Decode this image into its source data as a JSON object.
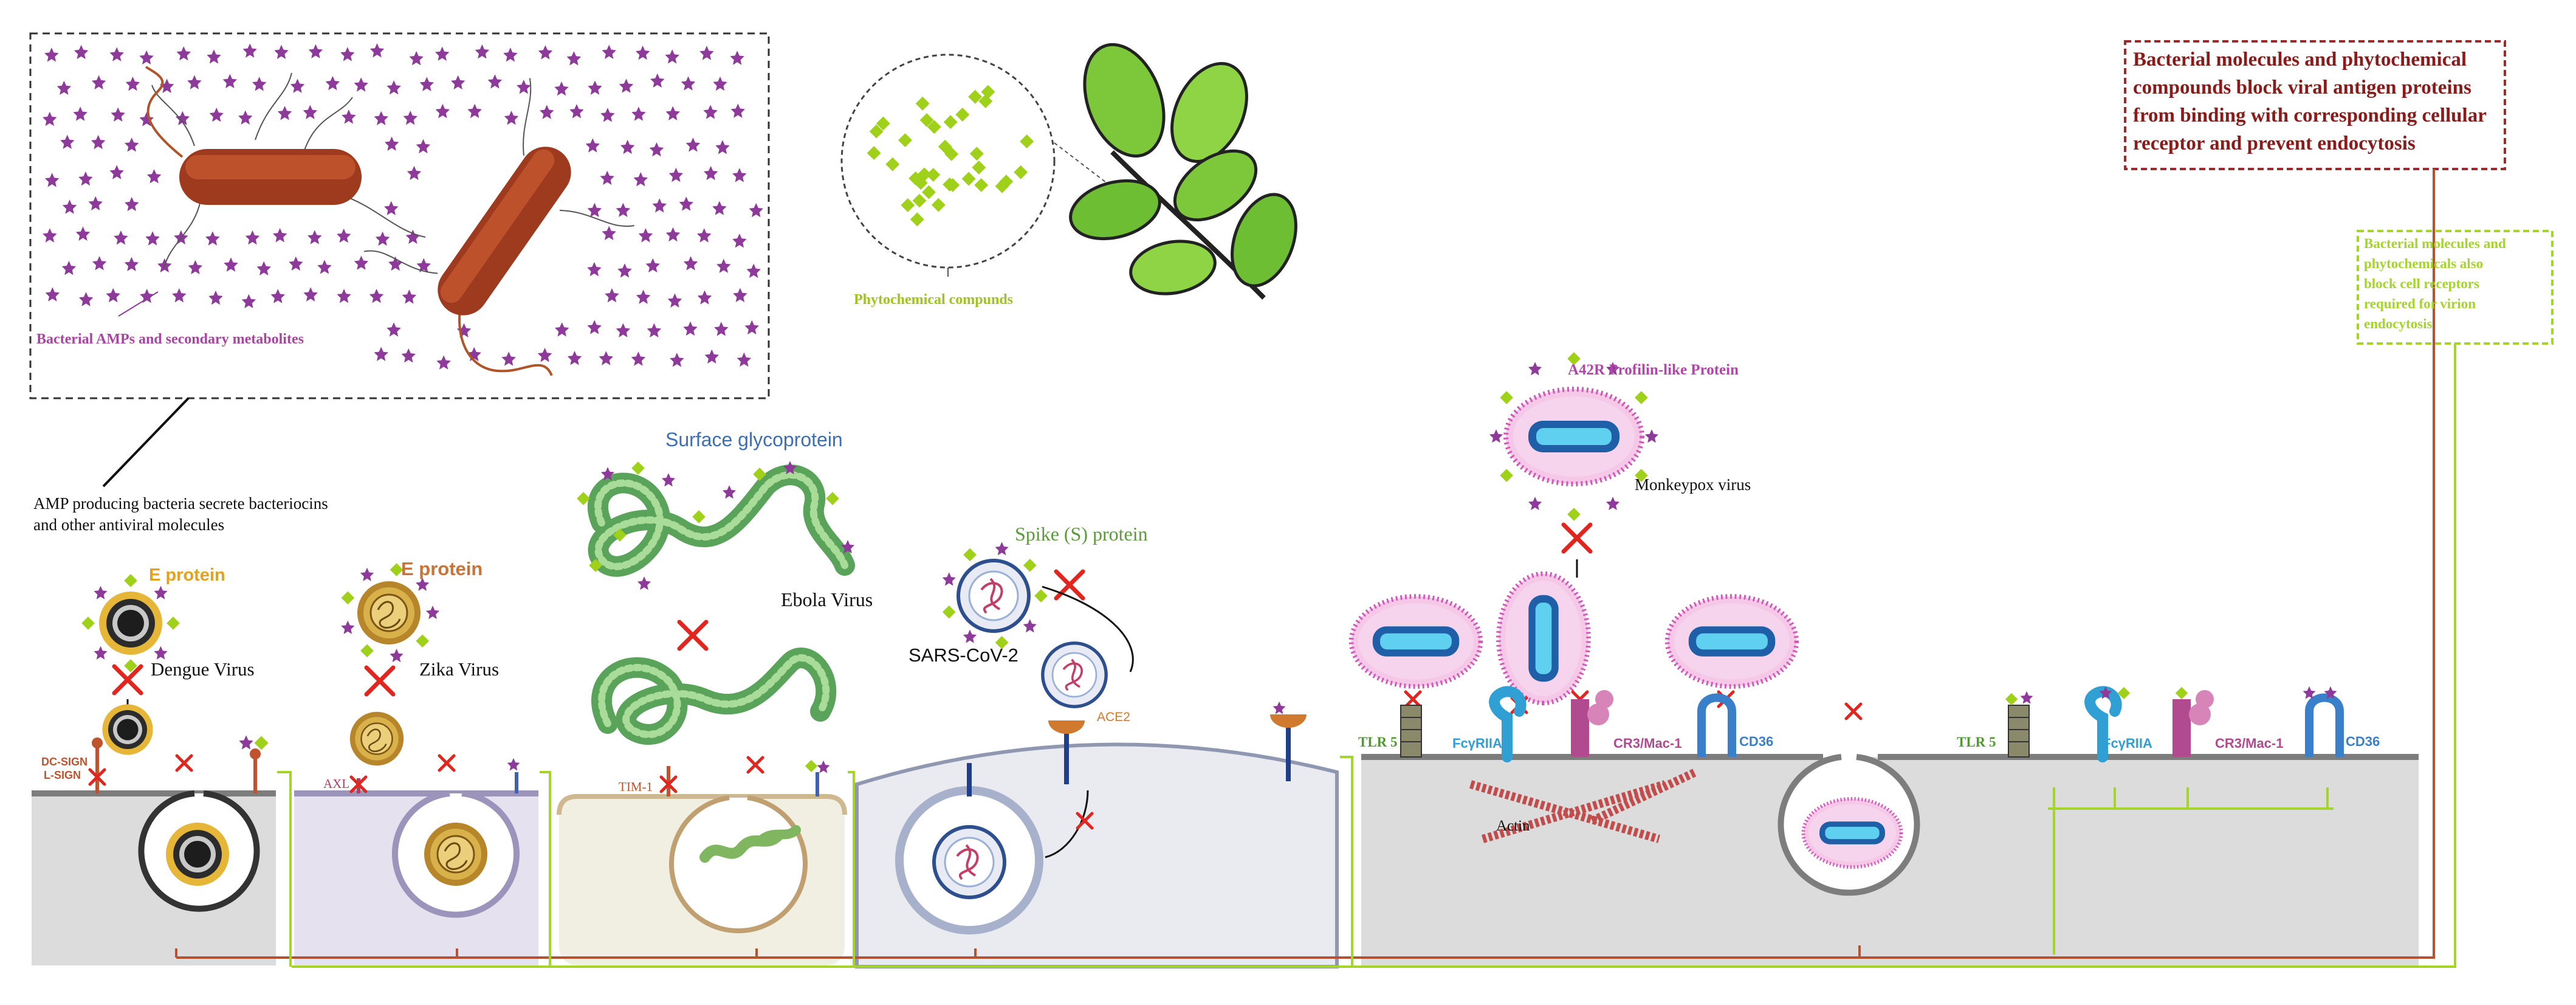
{
  "colors": {
    "purple": "#8e3a9a",
    "lime": "#9fd11a",
    "green_line": "#a5d42b",
    "brown_line": "#b5522f",
    "dark_red": "#8b1a1a",
    "ecto_green": "#7fb65f",
    "dengue_orange": "#e2a11e",
    "zika_orange": "#c8733a",
    "ebola_blue": "#3d6fb4",
    "spike_green": "#5b9a3a",
    "tlr_green": "#4f9a2e",
    "receptor_blue": "#2f9fd4",
    "cr3_pink": "#b14a8e",
    "membrane_gray": "#7d7d7d",
    "cell_gray": "#dcdcdc",
    "zika_cell": "#e5e1ef",
    "ebola_cell": "#f1eee2",
    "sars_cell": "#e9ebf1"
  },
  "labels": {
    "bacterial_amps": "Bacterial AMPs and secondary metabolites",
    "phytochemical": "Phytochemical compunds",
    "amp_note_line1": "AMP producing bacteria secrete bacteriocins",
    "amp_note_line2": "and other antiviral molecules",
    "block_antigen_line1": "Bacterial molecules and phytochemical",
    "block_antigen_line2": "compounds block viral antigen proteins",
    "block_antigen_line3": "from binding with corresponding cellular",
    "block_antigen_line4": "receptor and prevent endocytosis",
    "block_receptor_line1": "Bacterial molecules and",
    "block_receptor_line2": "phytochemicals also",
    "block_receptor_line3": "block cell receptors",
    "block_receptor_line4": "required for virion",
    "block_receptor_line5": "endocytosis",
    "a42r": "A42R Profilin-like Protein",
    "monkeypox": "Monkeypox virus",
    "surface_glycoprotein": "Surface glycoprotein",
    "ebola": "Ebola Virus",
    "spike": "Spike (S) protein",
    "sars": "SARS-CoV-2",
    "ace2": "ACE2",
    "e_protein_dengue": "E protein",
    "dengue": "Dengue Virus",
    "e_protein_zika": "E protein",
    "zika": "Zika Virus",
    "dc_sign": "DC-SIGN",
    "l_sign": "L-SIGN",
    "axl": "AXL",
    "tim1": "TIM-1",
    "tlr5_a": "TLR 5",
    "fcgriia_a": "FcγRIIA",
    "cr3_a": "CR3/Mac-1",
    "cd36_a": "CD36",
    "actin": "Actin",
    "tlr5_b": "TLR 5",
    "fcgriia_b": "FcγRIIA",
    "cr3_b": "CR3/Mac-1",
    "cd36_b": "CD36"
  },
  "icons": {
    "bacteria": "rod-bacterium-icon",
    "leaf": "leaf-branch-icon",
    "block": "red-x-block-icon",
    "amp": "purple-star-molecule-icon",
    "phyto": "green-diamond-molecule-icon"
  }
}
